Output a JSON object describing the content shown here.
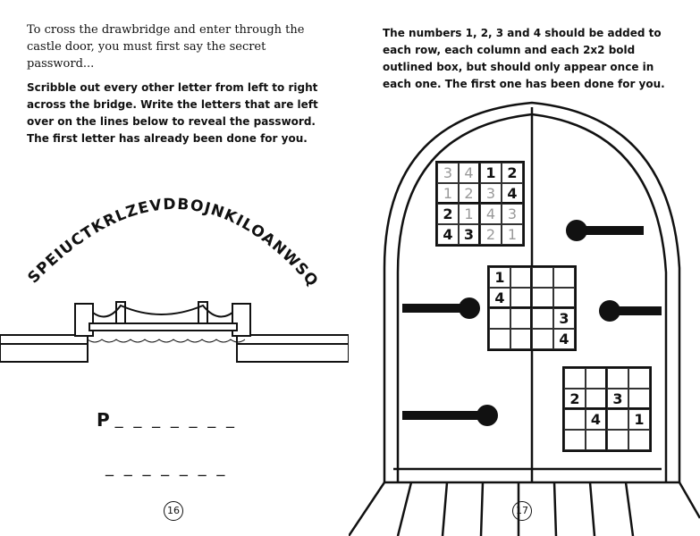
{
  "left_page": {
    "intro": "To cross the drawbridge and enter through the castle door, you must first say the secret password...",
    "instructions": "Scribble out every other letter from left to right across the bridge. Write the letters that are left over on the lines below to reveal the password. The first letter has already been done for you.",
    "letters": "SPEIUCTKRLZEVDBOJNKILOANWSQ",
    "answer_first_letter": "P",
    "line1_blanks": "_ _ _ _ _ _ _",
    "line2_blanks": "_ _ _ _ _ _ _",
    "page_number": "16"
  },
  "right_page": {
    "instructions": "The numbers 1, 2, 3 and 4 should be added to each row, each column and each 2x2 bold outlined box, but should only appear once in each one. The first one has been done for you.",
    "grids": [
      {
        "cells": [
          "3",
          "4",
          "1",
          "2",
          "1",
          "2",
          "3",
          "4",
          "2",
          "1",
          "4",
          "3",
          "4",
          "3",
          "2",
          "1"
        ],
        "filled_in": [
          true,
          true,
          false,
          false,
          true,
          true,
          true,
          false,
          false,
          true,
          true,
          true,
          false,
          false,
          true,
          true
        ]
      },
      {
        "cells": [
          "1",
          "",
          "",
          "",
          "4",
          "",
          "",
          "",
          "",
          "",
          "",
          "3",
          "",
          "",
          "",
          "4"
        ],
        "filled_in": []
      },
      {
        "cells": [
          "",
          "",
          "",
          "",
          "2",
          "",
          "3",
          "",
          "",
          "4",
          "",
          "1",
          "",
          "",
          "",
          ""
        ],
        "filled_in": []
      }
    ],
    "page_number": "17"
  }
}
